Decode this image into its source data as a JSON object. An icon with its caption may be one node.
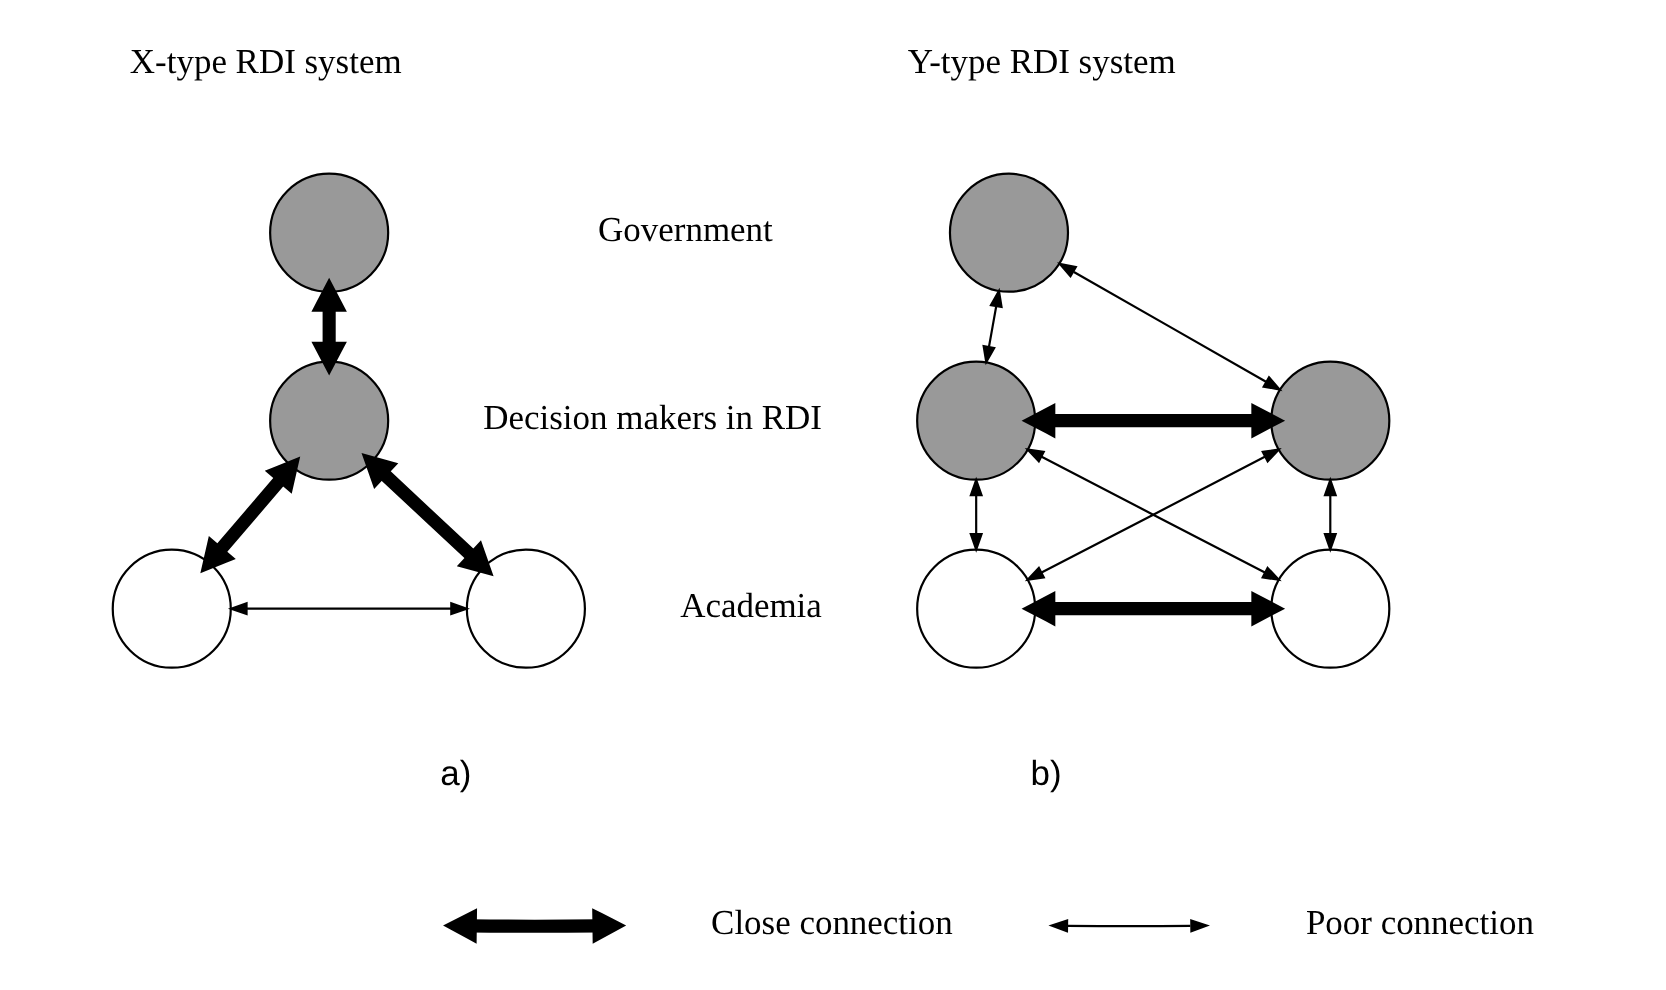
{
  "diagram": {
    "nodes": [
      {
        "text": [],
        "shape": "circle"
      },
      {
        "text": [],
        "shape": "circle"
      },
      {
        "text": [],
        "shape": "circle"
      },
      {
        "text": [],
        "shape": "circle"
      },
      {
        "text": [],
        "shape": "circle"
      },
      {
        "text": [],
        "shape": "circle"
      },
      {
        "text": [],
        "shape": "circle"
      },
      {
        "text": [],
        "shape": "circle"
      },
      {
        "text": [],
        "shape": "circle"
      }
    ],
    "edges": [
      {
        "from": 0,
        "to": 1,
        "arrow": "both",
        "style": "thick"
      },
      {
        "from": 1,
        "to": 2,
        "arrow": "both",
        "style": "thick"
      },
      {
        "from": 1,
        "to": 3,
        "arrow": "both",
        "style": "thick"
      },
      {
        "from": 2,
        "to": 3,
        "arrow": "both"
      },
      {
        "from": 4,
        "to": 5,
        "arrow": "both"
      },
      {
        "from": 4,
        "to": 6,
        "arrow": "both"
      },
      {
        "from": 5,
        "to": 6,
        "arrow": "both",
        "style": "thick"
      },
      {
        "from": 5,
        "to": 7,
        "arrow": "both"
      },
      {
        "from": 5,
        "to": 8,
        "arrow": "both"
      },
      {
        "from": 6,
        "to": 7,
        "arrow": "both"
      },
      {
        "from": 6,
        "to": 8,
        "arrow": "both"
      },
      {
        "from": 7,
        "to": 8,
        "arrow": "both",
        "style": "thick"
      }
    ],
    "labels": [
      "X-type RDI system",
      "Y-type RDI system",
      "Government",
      "Decision makers in RDI",
      "Academia",
      "a)",
      "b)"
    ],
    "legend": [
      {
        "text": "Close connection"
      },
      {
        "text": "Poor connection"
      }
    ]
  }
}
